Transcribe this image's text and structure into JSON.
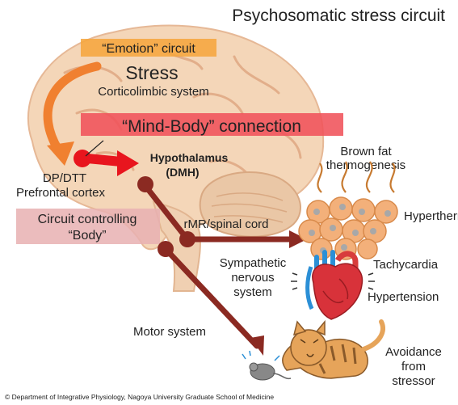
{
  "title": "Psychosomatic stress circuit",
  "emotion_circuit": "“Emotion” circuit",
  "stress": "Stress",
  "corticolimbic": "Corticolimbic system",
  "mind_body": "“Mind-Body” connection",
  "hypothalamus": "Hypothalamus",
  "dmh": "(DMH)",
  "dp_dtt": "DP/DTT",
  "prefrontal": "Prefrontal cortex",
  "circuit_body_1": "Circuit controlling",
  "circuit_body_2": "“Body”",
  "rmr": "rMR/spinal cord",
  "sympathetic_1": "Sympathetic",
  "sympathetic_2": "nervous",
  "sympathetic_3": "system",
  "motor": "Motor system",
  "brown_fat_1": "Brown fat",
  "brown_fat_2": "thermogenesis",
  "hyperthermia": "Hyperthermia",
  "tachycardia": "Tachycardia",
  "hypertension": "Hypertension",
  "avoidance_1": "Avoidance",
  "avoidance_2": "from",
  "avoidance_3": "stressor",
  "copyright": "© Department of Integrative Physiology, Nagoya University Graduate School of Medicine",
  "colors": {
    "circuit_red": "#8b2a22",
    "highlight_red": "#f0525a",
    "orange": "#f08030",
    "emotion_box": "#f6a53a",
    "body_box": "#e8b0b2",
    "brain": "#f4d6b8"
  }
}
